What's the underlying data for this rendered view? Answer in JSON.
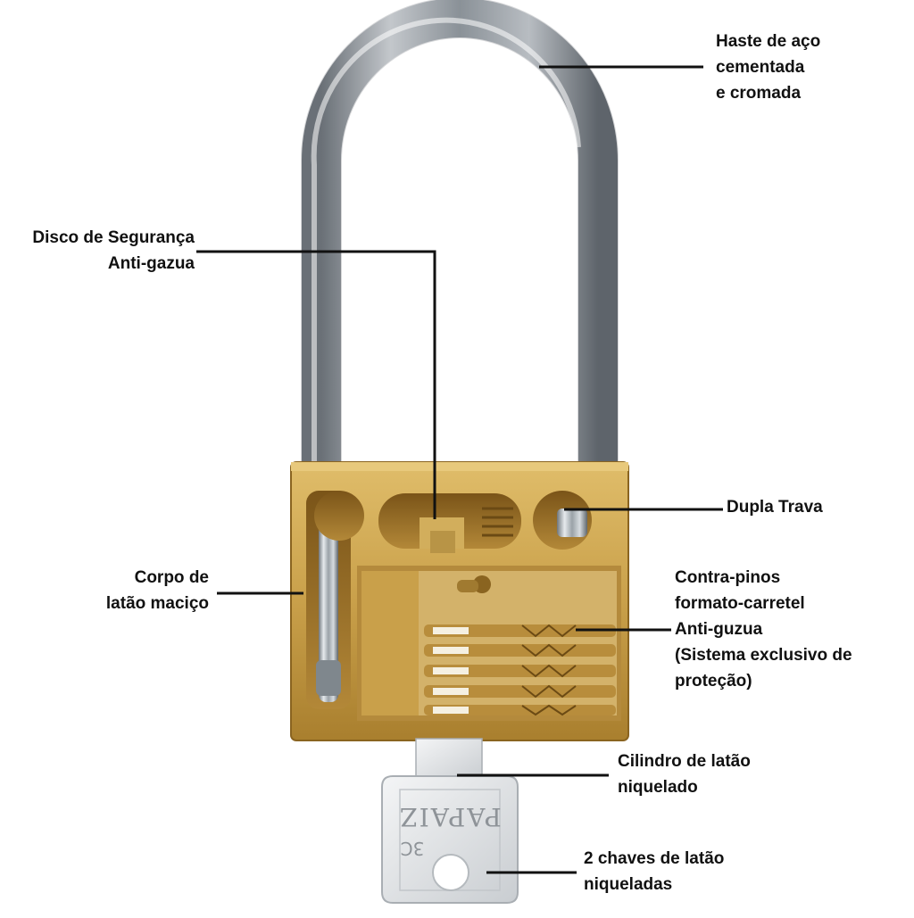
{
  "diagram": {
    "callouts": {
      "shackle": [
        "Haste de aço",
        "cementada",
        "e cromada"
      ],
      "disc": [
        "Disco de Segurança",
        "Anti-gazua"
      ],
      "double_lock": [
        "Dupla Trava"
      ],
      "body": [
        "Corpo de",
        "latão maciço"
      ],
      "pins": [
        "Contra-pinos",
        "formato-carretel",
        "Anti-guzua",
        "(Sistema exclusivo de",
        "proteção)"
      ],
      "cylinder": [
        "Cilindro de latão",
        "niquelado"
      ],
      "keys": [
        "2 chaves de latão",
        "niqueladas"
      ]
    },
    "key_brand": "PAPAIZ",
    "key_code": "3C"
  },
  "colors": {
    "brass": "#c9a04a",
    "brass_dark": "#8a6420",
    "steel": "#b9c0c6",
    "key": "#e2e4e6",
    "line": "#111111"
  }
}
